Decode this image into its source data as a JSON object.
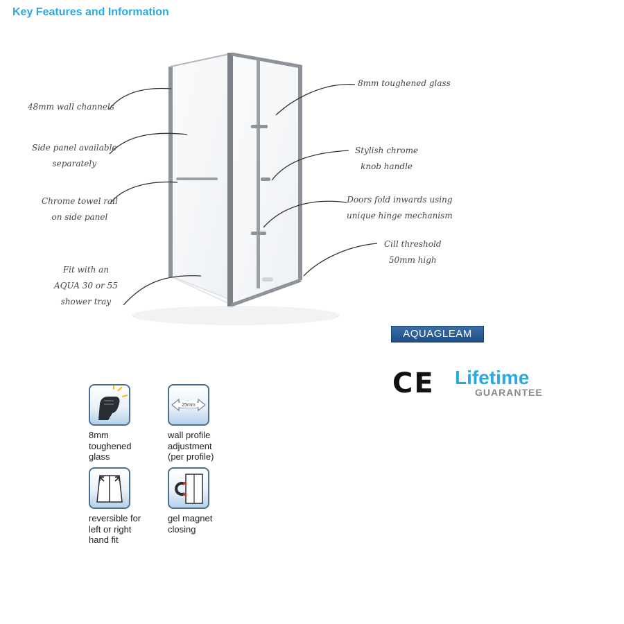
{
  "title": "Key Features and Information",
  "callouts": [
    {
      "id": "wall-channels",
      "lines": [
        "48mm wall channels"
      ]
    },
    {
      "id": "side-panel",
      "lines": [
        "Side panel available",
        "separately"
      ]
    },
    {
      "id": "towel-rail",
      "lines": [
        "Chrome towel rail",
        "on side panel"
      ]
    },
    {
      "id": "tray",
      "lines": [
        "Fit with an",
        "AQUA 30 or 55",
        "shower tray"
      ]
    },
    {
      "id": "glass",
      "lines": [
        "8mm toughened glass"
      ]
    },
    {
      "id": "knob",
      "lines": [
        "Stylish chrome",
        "knob handle"
      ]
    },
    {
      "id": "doors",
      "lines": [
        "Doors fold inwards using",
        "unique hinge mechanism"
      ]
    },
    {
      "id": "threshold",
      "lines": [
        "Cill threshold",
        "50mm high"
      ]
    }
  ],
  "brand": {
    "aquagleam": "AQUAGLEAM",
    "ce": "CE",
    "lifetime": "Lifetime",
    "guarantee": "GUARANTEE"
  },
  "features": [
    {
      "icon": "fist-glass-icon",
      "lines": [
        "8mm",
        "toughened",
        "glass"
      ]
    },
    {
      "icon": "wall-profile-arrows-icon",
      "badge": "25mm",
      "lines": [
        "wall profile",
        "adjustment",
        "(per profile)"
      ]
    },
    {
      "icon": "reversible-door-icon",
      "lines": [
        "reversible for",
        "left or right",
        "hand fit"
      ]
    },
    {
      "icon": "magnet-door-icon",
      "lines": [
        "gel magnet",
        "closing"
      ]
    }
  ],
  "colors": {
    "accent": "#29a9e1",
    "frame": "#8e939a",
    "icon_border": "#4a6f95"
  }
}
